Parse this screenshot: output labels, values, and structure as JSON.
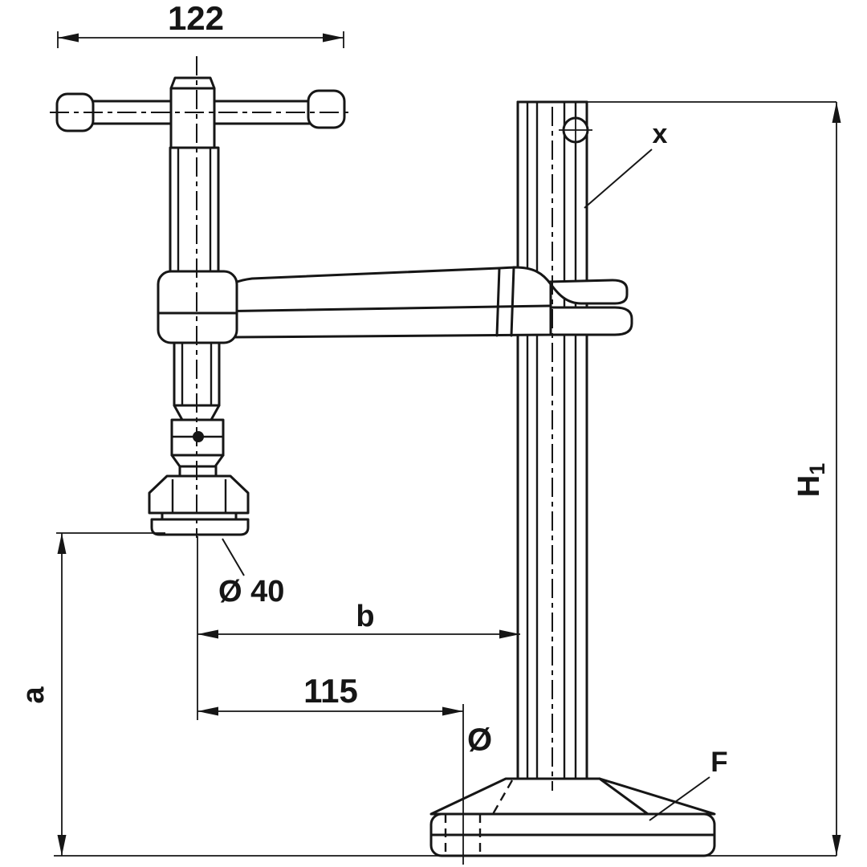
{
  "drawing": {
    "description": "Technical dimension drawing of a height-adjustable clamp: T-handle spindle with swivel pad, support arm, profiled column and base plate",
    "colors": {
      "background": "#ffffff",
      "line": "#161616"
    }
  },
  "labels": {
    "handle_width": "122",
    "pad_diameter": "Ø 40",
    "reach": "b",
    "slot_offset": "115",
    "height_a": "a",
    "slot_diameter_symbol": "Ø",
    "column_height_main": "H",
    "column_height_sub": "1",
    "column_ref": "x",
    "base_ref": "F"
  }
}
